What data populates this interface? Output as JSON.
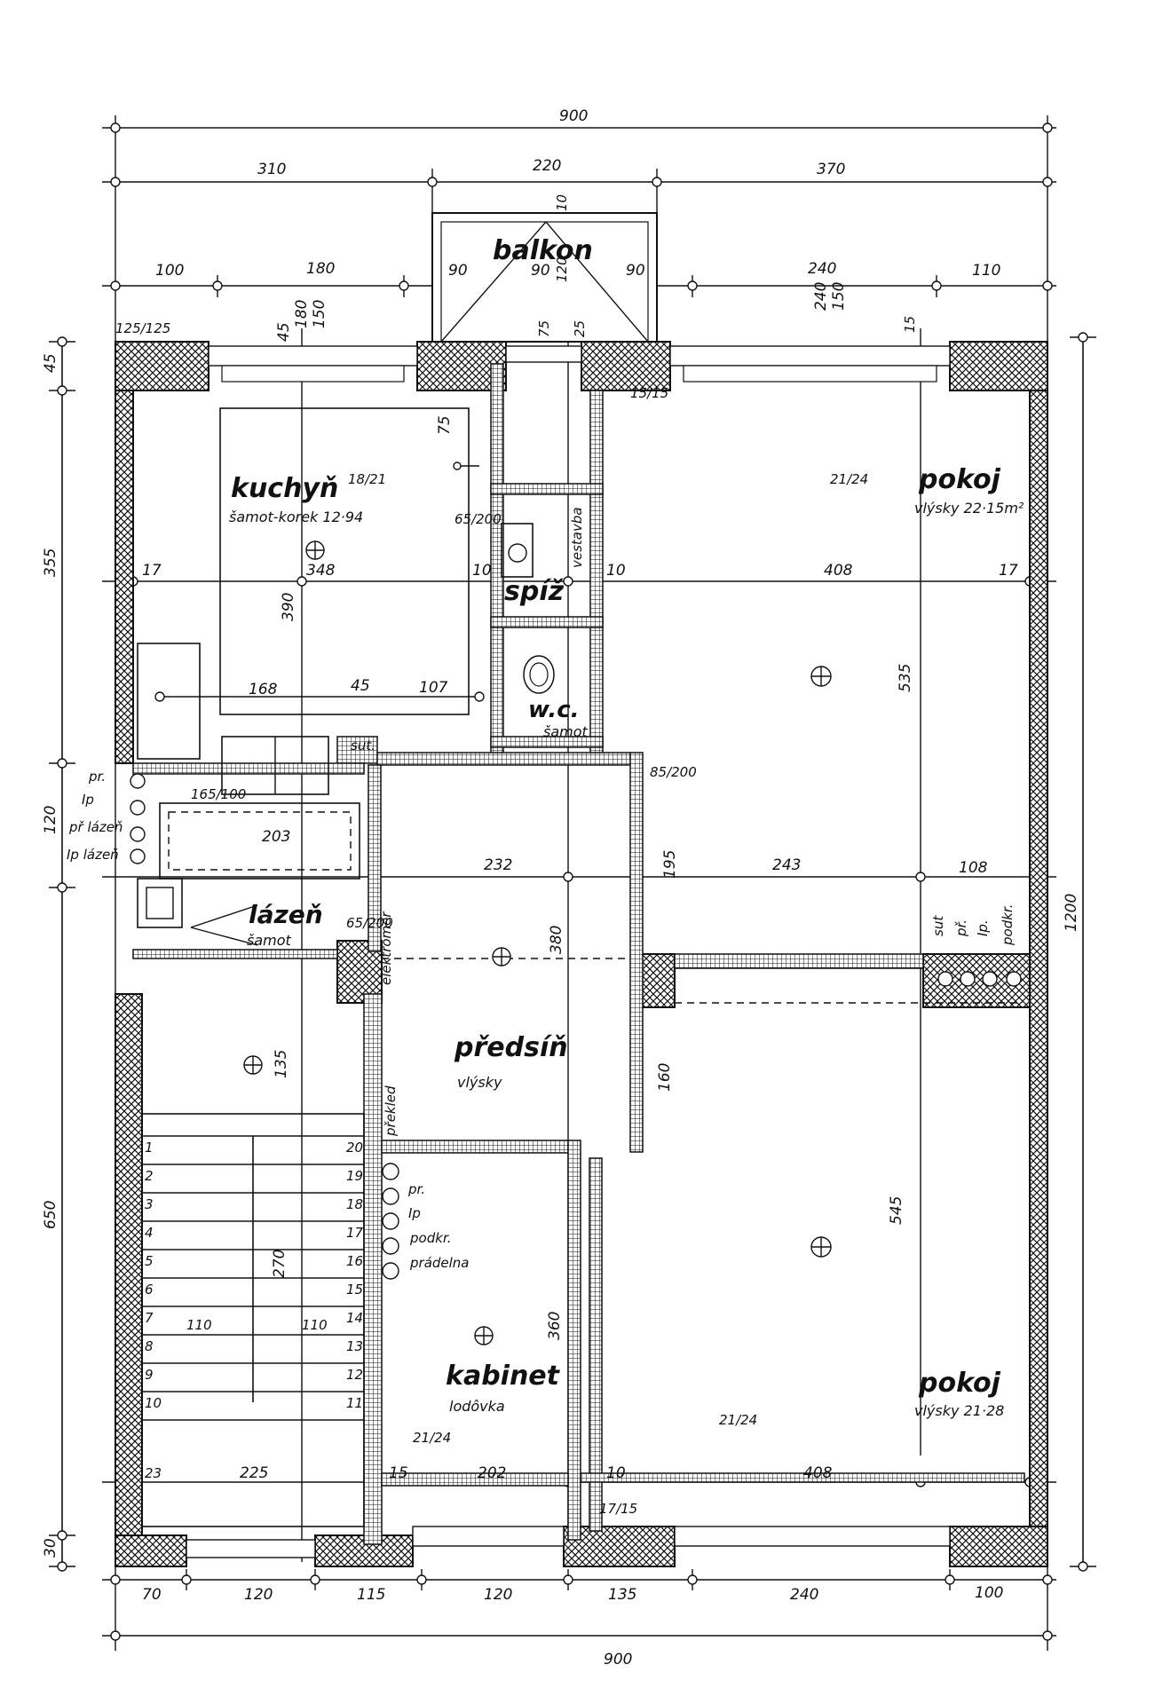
{
  "dimensions": {
    "total_width_top": "900",
    "top_segments": [
      "310",
      "220",
      "370"
    ],
    "second_row": [
      "100",
      "180",
      "90",
      "90",
      "90",
      "240",
      "110"
    ],
    "total_width_bottom": "900",
    "bottom_segments": [
      "70",
      "120",
      "115",
      "120",
      "135",
      "240",
      "100"
    ],
    "left_side": [
      "45",
      "355",
      "120",
      "650",
      "30"
    ],
    "right_side": "1200",
    "misc": {
      "corner": "125/125",
      "k1": "45",
      "k2": "180",
      "k3": "150",
      "b1": "10",
      "b2": "120",
      "b3": "75",
      "b4": "25",
      "p1": "240",
      "p2": "150",
      "p3": "15",
      "win1": "15/15",
      "kitchen_348": "348",
      "kitchen_390": "390",
      "kitchen_168": "168",
      "kitchen_45": "45",
      "kitchen_107": "107",
      "k_17": "17",
      "k_10": "10",
      "k_75": "75",
      "k_65_200": "65/200",
      "room_408_top": "408",
      "room_17": "17",
      "room_10": "10",
      "room_535": "535",
      "room_243": "243",
      "room_108": "108",
      "hall_232": "232",
      "hall_380": "380",
      "hall_195": "195",
      "hall_85_200": "85/200",
      "hall_160": "160",
      "bath_203": "203",
      "bath_165_100": "165/100",
      "bath_65_200": "65/200",
      "stair_270": "270",
      "stair_135": "135",
      "stair_225": "225",
      "stair_110a": "110",
      "stair_110b": "110",
      "stair_23": "23",
      "cab_360": "360",
      "cab_202": "202",
      "cab_15": "15",
      "room2_545": "545",
      "room2_408": "408",
      "room2_10": "10",
      "win2": "17/15"
    }
  },
  "rooms": {
    "balkon": "balkon",
    "kuchyn": {
      "name": "kuchyň",
      "floor": "šamot-korek 12·94",
      "code": "18/21"
    },
    "spiz": "spíž",
    "wc": {
      "name": "w.c.",
      "floor": "šamot"
    },
    "pokoj1": {
      "name": "pokoj",
      "floor": "vlýsky 22·15m²",
      "code": "21/24"
    },
    "lazen": {
      "name": "lázeň",
      "floor": "šamot"
    },
    "predsin": {
      "name": "předsíň",
      "floor": "vlýsky"
    },
    "kabinet": {
      "name": "kabinet",
      "floor": "lodôvka",
      "code": "21/24"
    },
    "pokoj2": {
      "name": "pokoj",
      "floor": "vlýsky 21·28",
      "code": "21/24"
    }
  },
  "labels": {
    "vestavba": "vestavba",
    "sut": "sut.",
    "pr": "pr.",
    "ip": "Ip",
    "pr_lazen": "př lázeň",
    "ip_lazen": "Ip lázeň",
    "elektromer": "elektroměr",
    "prekled": "překled",
    "podkr": "podkr.",
    "pradelna": "prádelna",
    "sut_right": "sut",
    "pr_right": "př.",
    "ip_right": "Ip.",
    "podkr_right": "podkr.",
    "pr_small": "pr.",
    "ip_small": "Ip"
  },
  "stairs": [
    "1",
    "2",
    "3",
    "4",
    "5",
    "6",
    "7",
    "8",
    "9",
    "10",
    "11",
    "12",
    "13",
    "14",
    "15",
    "16",
    "17",
    "18",
    "19",
    "20"
  ]
}
